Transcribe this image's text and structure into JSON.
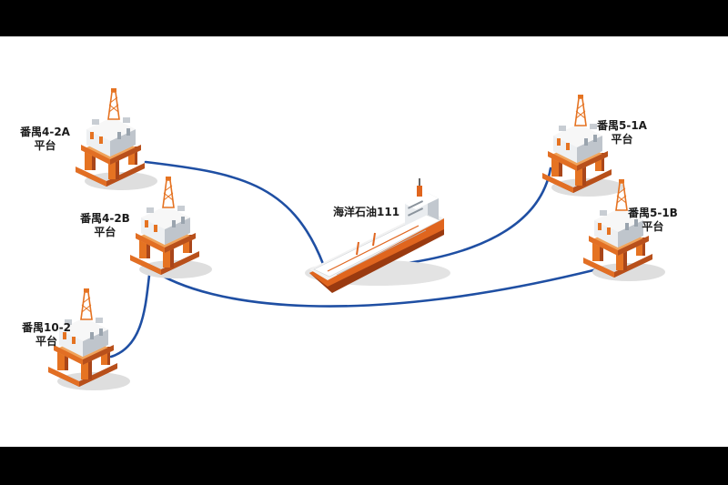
{
  "platforms": {
    "p42a": {
      "name": "番禺4-2A",
      "sub": "平台"
    },
    "p42b": {
      "name": "番禺4-2B",
      "sub": "平台"
    },
    "p102": {
      "name": "番禺10-2",
      "sub": "平台"
    },
    "p51a": {
      "name": "番禺5-1A",
      "sub": "平台"
    },
    "p51b": {
      "name": "番禺5-1B",
      "sub": "平台"
    }
  },
  "ship": {
    "name": "海洋石油111"
  },
  "colors": {
    "pipeline": "#1f4fa3",
    "hull": "#e0651e",
    "hull_dark": "#9a3a10",
    "deck": "#f2f2f2",
    "platform_orange": "#e57322",
    "platform_dark": "#8f3b12",
    "shadow": "#d9d9d9"
  },
  "icons": [
    "platform-icon",
    "ship-icon"
  ]
}
